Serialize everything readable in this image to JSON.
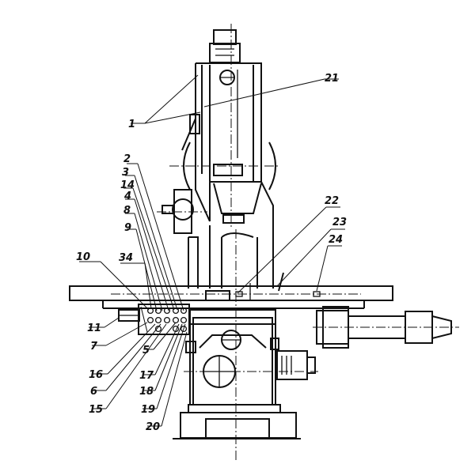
{
  "labels": {
    "l1": "1",
    "l2": "2",
    "l3": "3",
    "l4": "4",
    "l5": "5",
    "l6": "6",
    "l7": "7",
    "l8": "8",
    "l9": "9",
    "l10": "10",
    "l11": "11",
    "l14": "14",
    "l15": "15",
    "l16": "16",
    "l17": "17",
    "l18": "18",
    "l19": "19",
    "l20": "20",
    "l21": "21",
    "l22": "22",
    "l23": "23",
    "l24": "24",
    "l34": "34"
  },
  "colors": {
    "ink": "#111111",
    "paper": "#ffffff"
  }
}
